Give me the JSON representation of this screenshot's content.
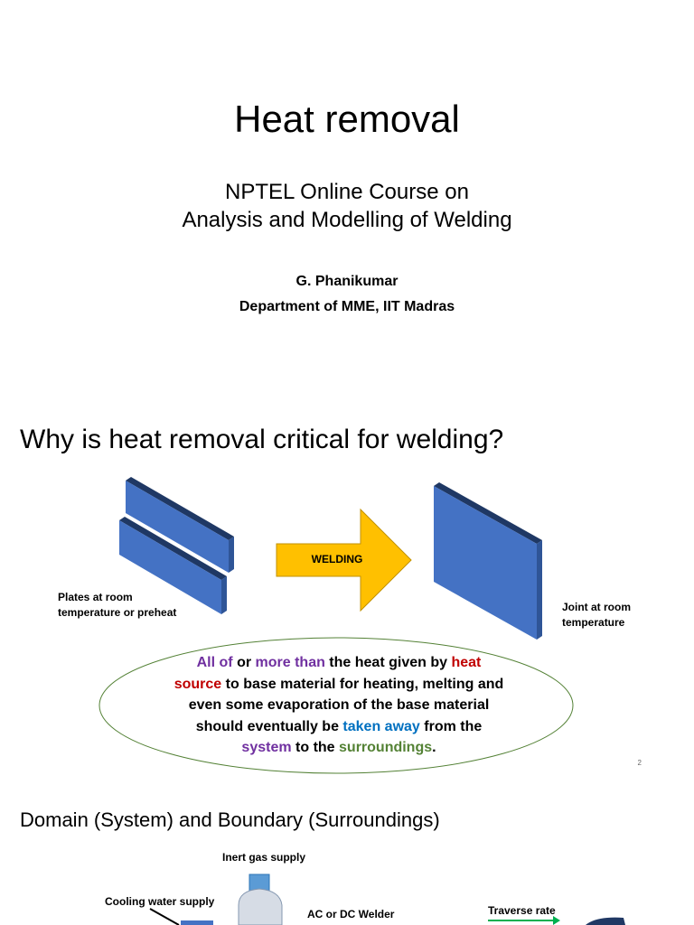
{
  "slide1": {
    "title": "Heat removal",
    "subtitle_line1": "NPTEL Online Course on",
    "subtitle_line2": "Analysis and Modelling of Welding",
    "author": "G. Phanikumar",
    "department": "Department of MME, IIT Madras"
  },
  "slide2": {
    "title": "Why is heat removal critical for welding?",
    "left_caption_line1": "Plates at room",
    "left_caption_line2": "temperature or preheat",
    "arrow_label": "WELDING",
    "right_caption_line1": "Joint at room",
    "right_caption_line2": "temperature",
    "ellipse_text": {
      "p1": "All of",
      "p2": " or ",
      "p3": "more than",
      "p4": " the heat given by ",
      "p5": "heat source",
      "p6": " to base material for heating, melting and even some evaporation of the base material should eventually be ",
      "p7": "taken away",
      "p8": " from the ",
      "p9": "system",
      "p10": " to the ",
      "p11": "surroundings",
      "p12": "."
    },
    "page_number": "2",
    "colors": {
      "plate_face": "#4472c4",
      "plate_top": "#1f3864",
      "arrow_fill": "#ffc000",
      "ellipse_stroke": "#538135"
    }
  },
  "slide3": {
    "title": "Domain (System) and Boundary (Surroundings)",
    "label_inert_gas": "Inert gas supply",
    "label_cooling_water": "Cooling water supply",
    "label_welder": "AC or DC Welder",
    "label_traverse": "Traverse rate"
  }
}
